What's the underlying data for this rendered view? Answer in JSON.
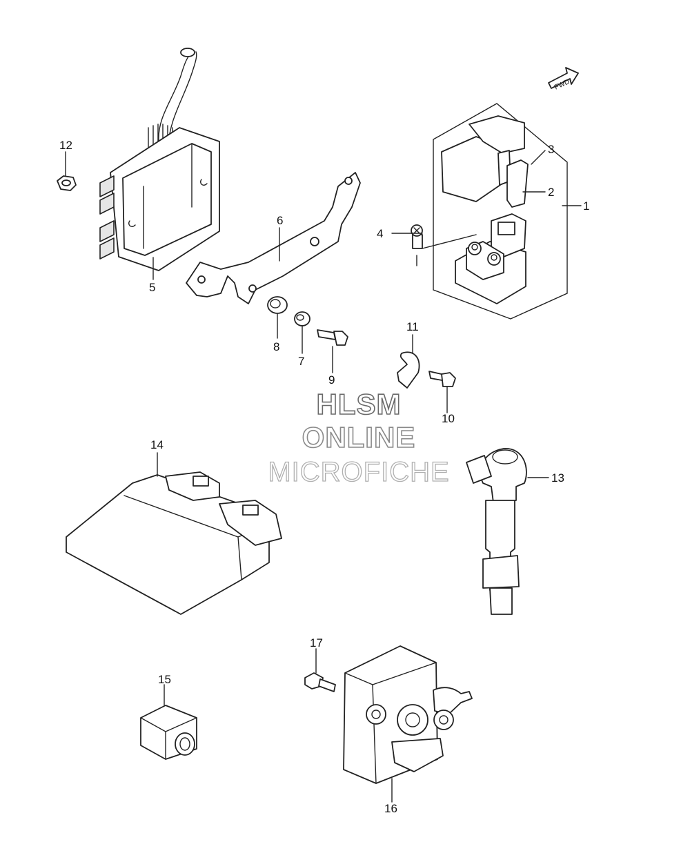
{
  "callouts": [
    {
      "id": "1",
      "label": "1"
    },
    {
      "id": "2",
      "label": "2"
    },
    {
      "id": "3",
      "label": "3"
    },
    {
      "id": "4",
      "label": "4"
    },
    {
      "id": "5",
      "label": "5"
    },
    {
      "id": "6",
      "label": "6"
    },
    {
      "id": "7",
      "label": "7"
    },
    {
      "id": "8",
      "label": "8"
    },
    {
      "id": "9",
      "label": "9"
    },
    {
      "id": "10",
      "label": "10"
    },
    {
      "id": "11",
      "label": "11"
    },
    {
      "id": "12",
      "label": "12"
    },
    {
      "id": "13",
      "label": "13"
    },
    {
      "id": "14",
      "label": "14"
    },
    {
      "id": "15",
      "label": "15"
    },
    {
      "id": "16",
      "label": "16"
    },
    {
      "id": "17",
      "label": "17"
    }
  ],
  "fwd_arrow": {
    "label": "FWD"
  },
  "watermark": {
    "line1": "HLSM",
    "line2": "ONLINE",
    "line3": "MICROFICHE"
  }
}
